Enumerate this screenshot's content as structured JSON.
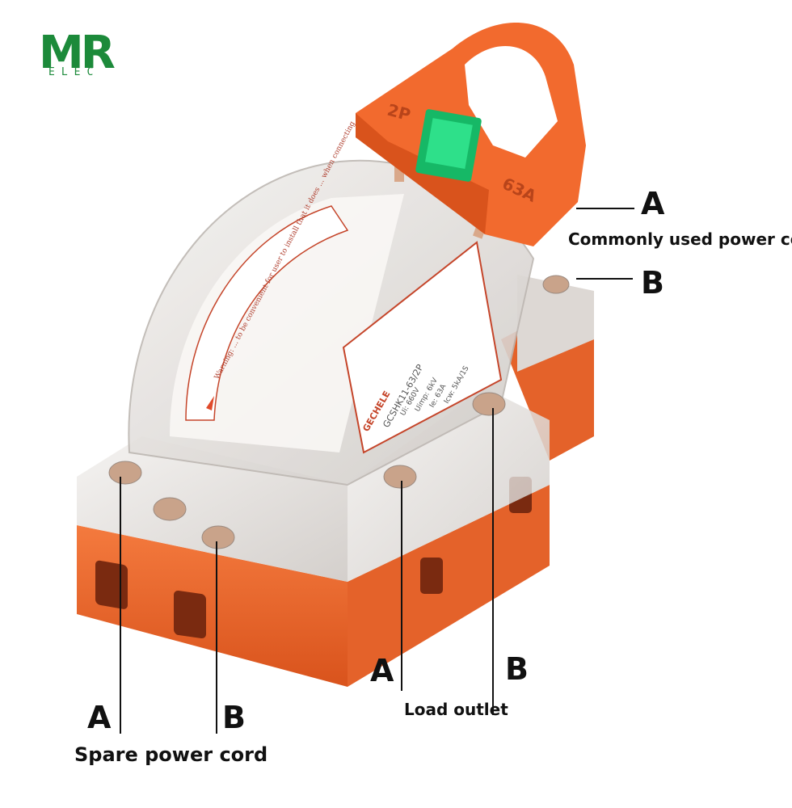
{
  "logo": {
    "main": "MR",
    "sub": "ELEC",
    "color": "#1c8a3a"
  },
  "switch": {
    "handle_marks": {
      "poles": "2P",
      "rating": "63A"
    },
    "nameplate": {
      "brand": "GECHELE",
      "model": "GCSHK11-63/2P",
      "ratings": [
        "Ui: 660V",
        "Uimp: 6kV",
        "Ie: 63A",
        "Icw: 5kA/1S"
      ]
    },
    "cover_warning": "Warning: ... to be convenient for user to install that it does ... when connecting"
  },
  "annotations": {
    "commonly": {
      "a": "A",
      "b": "B",
      "caption": "Commonly used power cord"
    },
    "load": {
      "a": "A",
      "b": "B",
      "caption": "Load outlet"
    },
    "spare": {
      "a": "A",
      "b": "B",
      "caption": "Spare power cord"
    }
  },
  "colors": {
    "orange": "#f26a2e",
    "orange_dark": "#d9531c",
    "clear": "#e9e6e3",
    "green": "#2ee08a"
  }
}
